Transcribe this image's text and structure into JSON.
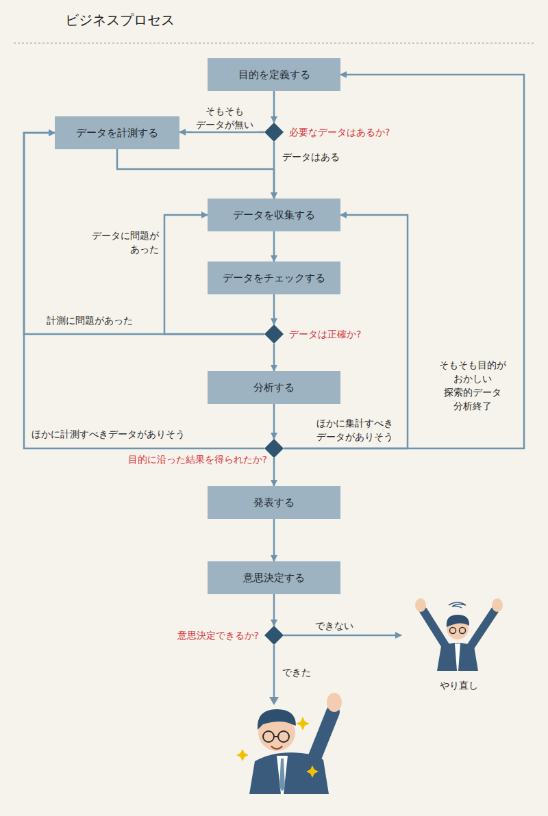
{
  "diagram": {
    "title": "ビジネスプロセス",
    "nodes": [
      {
        "text": [
          "目的を定義する"
        ]
      },
      {
        "text": [
          "必要なデータはあるか?"
        ]
      },
      {
        "text": [
          "データを計測する"
        ]
      },
      {
        "text": [
          "データを収集する"
        ]
      },
      {
        "text": [
          "データをチェックする"
        ]
      },
      {
        "text": [
          "データは正確か?"
        ]
      },
      {
        "text": [
          "分析する"
        ]
      },
      {
        "text": [
          "目的に沿った結果を得られたか?"
        ]
      },
      {
        "text": [
          "発表する"
        ]
      },
      {
        "text": [
          "意思決定する"
        ]
      },
      {
        "text": [
          "意思決定できるか?"
        ]
      },
      {
        "text": [
          "やり直し"
        ]
      }
    ],
    "edges": [
      {
        "from": 0,
        "to": 1,
        "arrow": "to"
      },
      {
        "from": 1,
        "to": 2,
        "label": "そもそも データが無い",
        "arrow": "to"
      },
      {
        "from": 1,
        "to": 3,
        "label": "データはある",
        "arrow": "to"
      },
      {
        "from": 2,
        "to": 3,
        "arrow": "to"
      },
      {
        "from": 3,
        "to": 4,
        "arrow": "to"
      },
      {
        "from": 4,
        "to": 5,
        "arrow": "to"
      },
      {
        "from": 5,
        "to": 2,
        "label": "計測に問題があった",
        "arrow": "to"
      },
      {
        "from": 5,
        "to": 3,
        "label": "データに問題が あった",
        "arrow": "to"
      },
      {
        "from": 5,
        "to": 6,
        "arrow": "to"
      },
      {
        "from": 6,
        "to": 7,
        "arrow": "to"
      },
      {
        "from": 7,
        "to": 2,
        "label": "ほかに計測すべきデータがありそう",
        "arrow": "to"
      },
      {
        "from": 7,
        "to": 3,
        "label": "ほかに集計すべき データがありそう",
        "arrow": "to"
      },
      {
        "from": 7,
        "to": 0,
        "label": "そもそも目的が おかしい 探索的データ 分析終了",
        "arrow": "to"
      },
      {
        "from": 7,
        "to": 8,
        "arrow": "to"
      },
      {
        "from": 8,
        "to": 9,
        "arrow": "to"
      },
      {
        "from": 9,
        "to": 10,
        "arrow": "to"
      },
      {
        "from": 10,
        "to": 11,
        "label": "できない",
        "arrow": "to"
      }
    ],
    "labels": [
      "できた"
    ]
  }
}
